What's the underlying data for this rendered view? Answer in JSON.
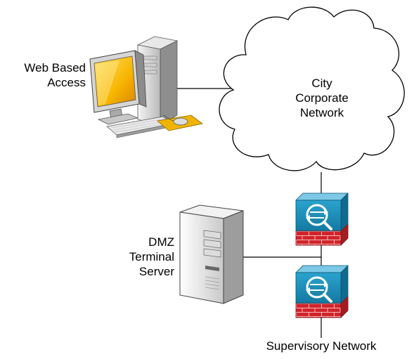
{
  "labels": {
    "web_access": [
      "Web Based",
      "Access"
    ],
    "corporate_network": [
      "City",
      "Corporate",
      "Network"
    ],
    "dmz_server": [
      "DMZ",
      "Terminal",
      "Server"
    ],
    "supervisory_network": "Supervisory Network"
  },
  "colors": {
    "firewall_blue": "#1a87b0",
    "firewall_brick": "#d2232a",
    "monitor_screen": "#f5a000",
    "mousepad": "#f0b400"
  },
  "icons": [
    "desktop-computer-icon",
    "cloud-icon",
    "firewall-icon",
    "server-tower-icon"
  ]
}
